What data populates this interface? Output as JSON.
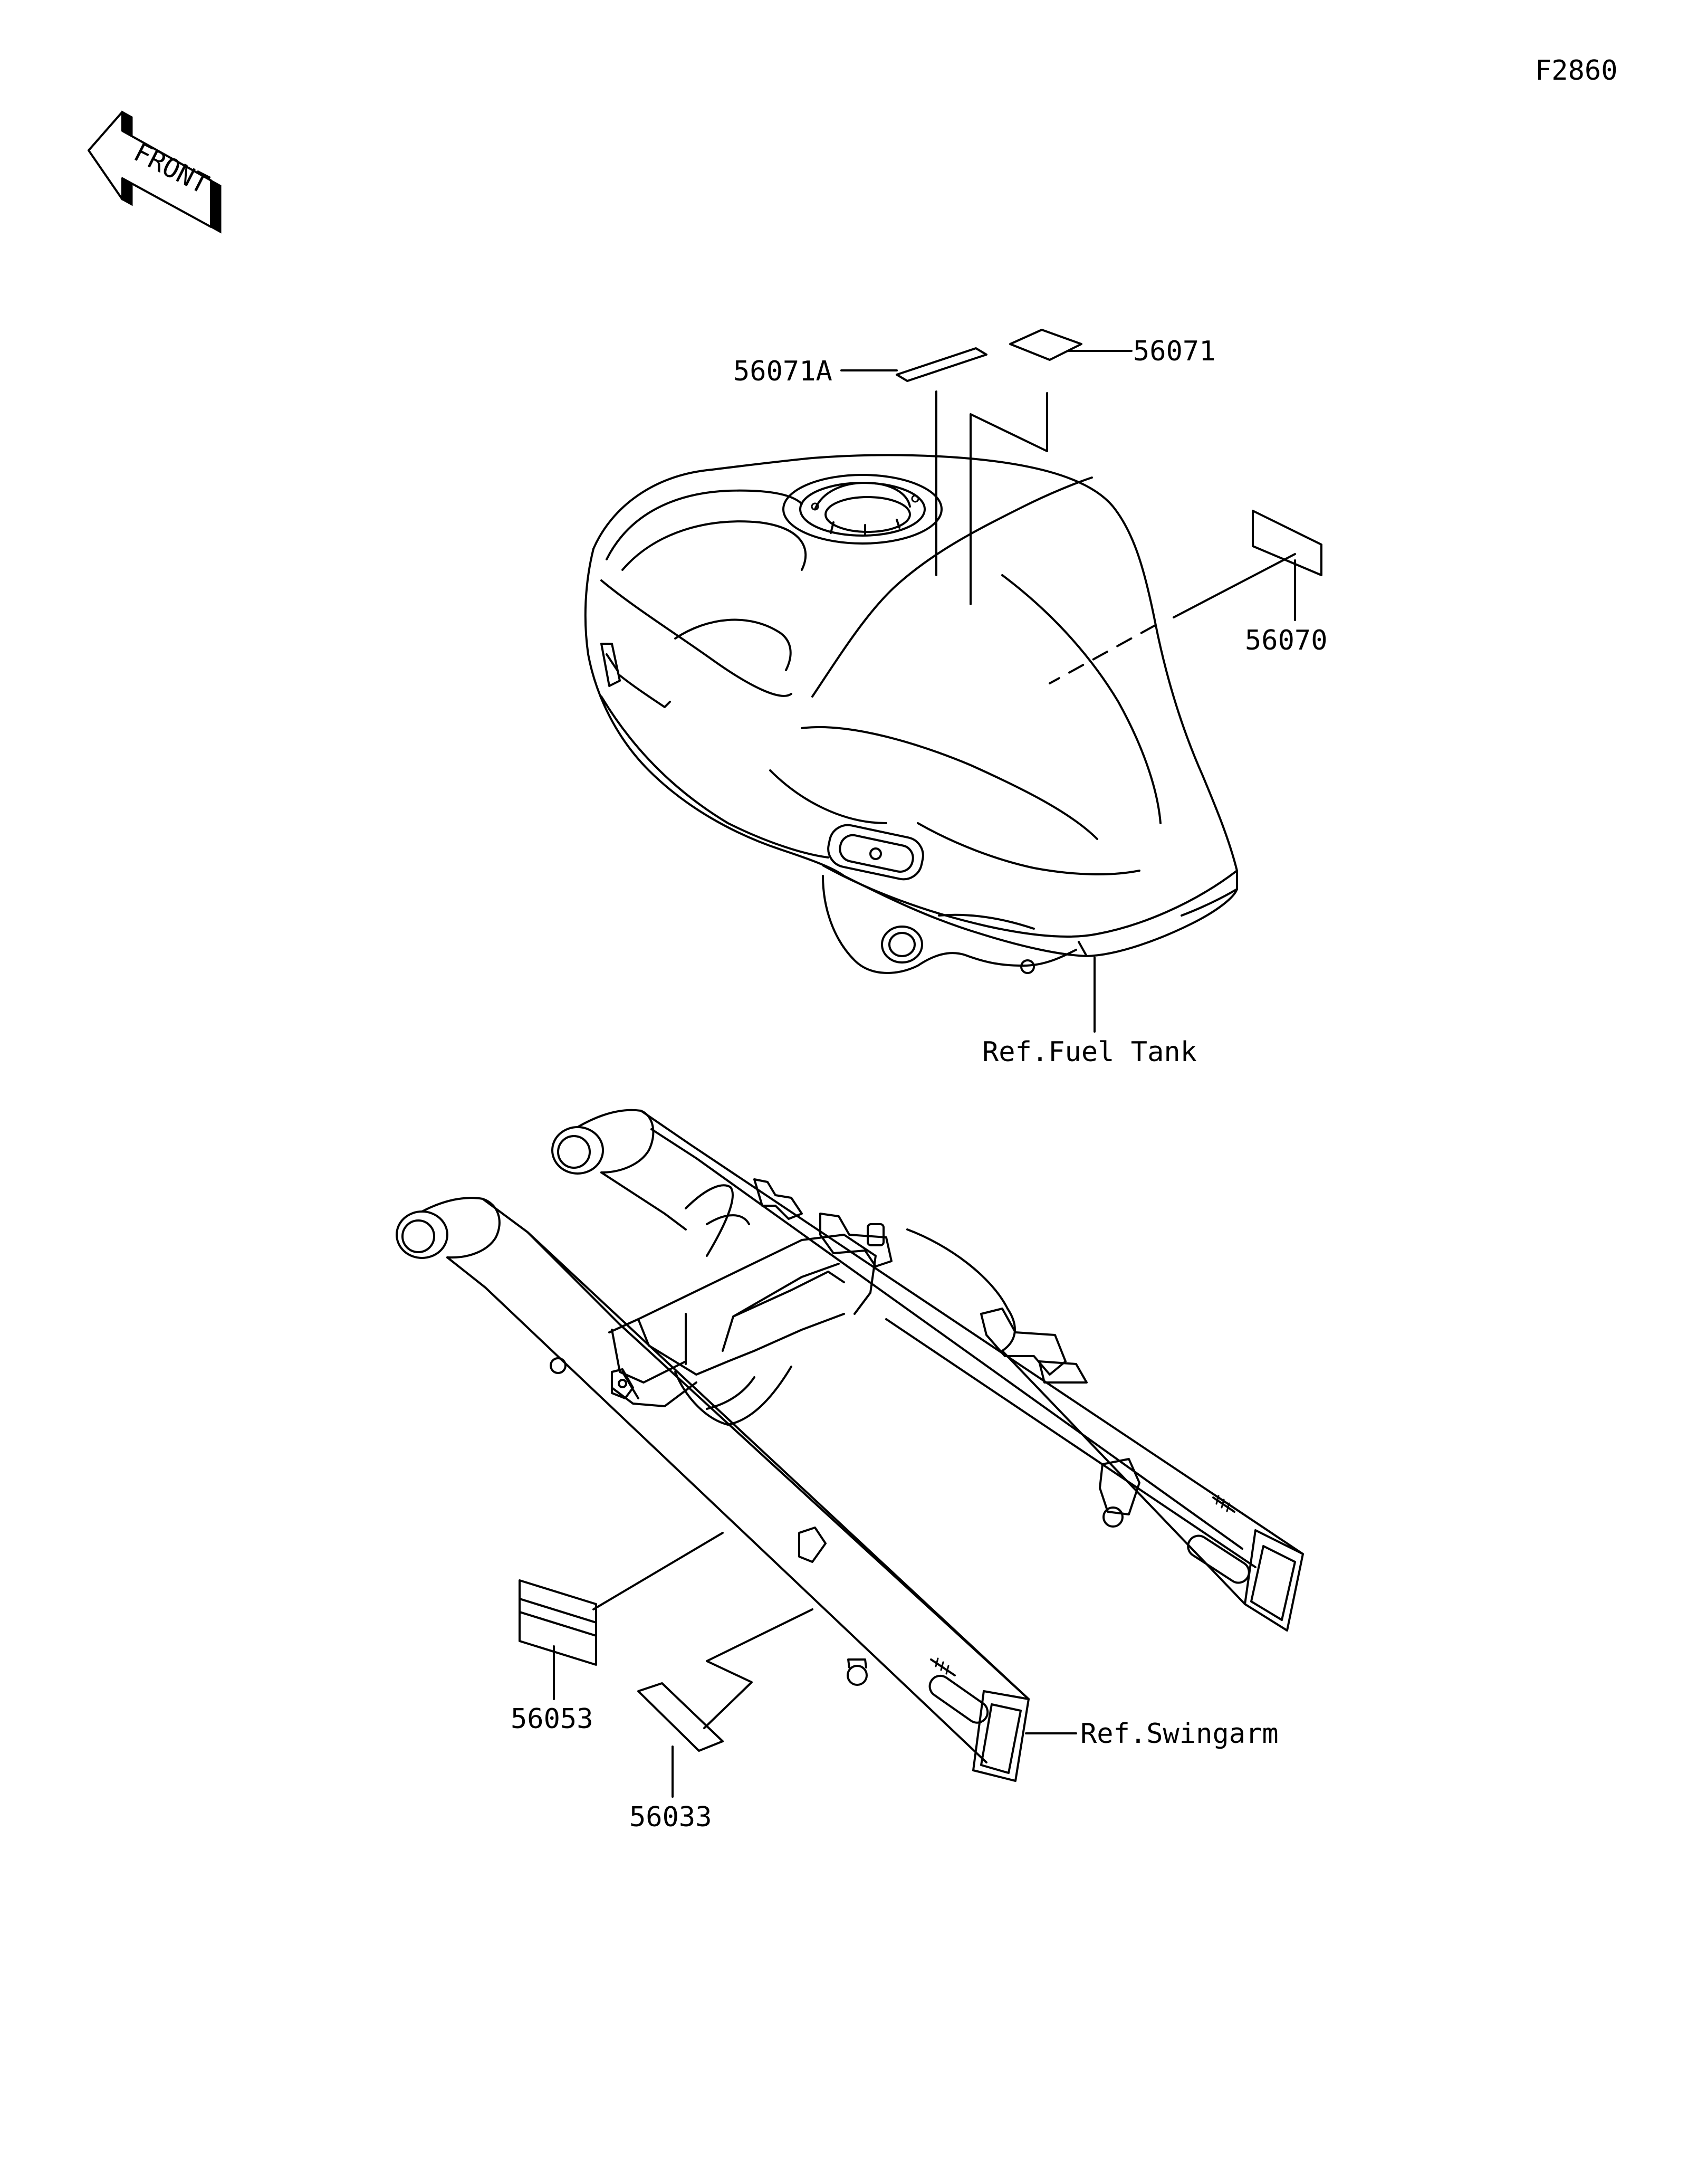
{
  "figure_code": "F2860",
  "front_indicator": "FRONT",
  "callouts": {
    "p56071a": "56071A",
    "p56071": "56071",
    "p56070": "56070",
    "p56053": "56053",
    "p56033": "56033"
  },
  "references": {
    "fuel_tank": "Ref.Fuel Tank",
    "swingarm": "Ref.Swingarm"
  }
}
